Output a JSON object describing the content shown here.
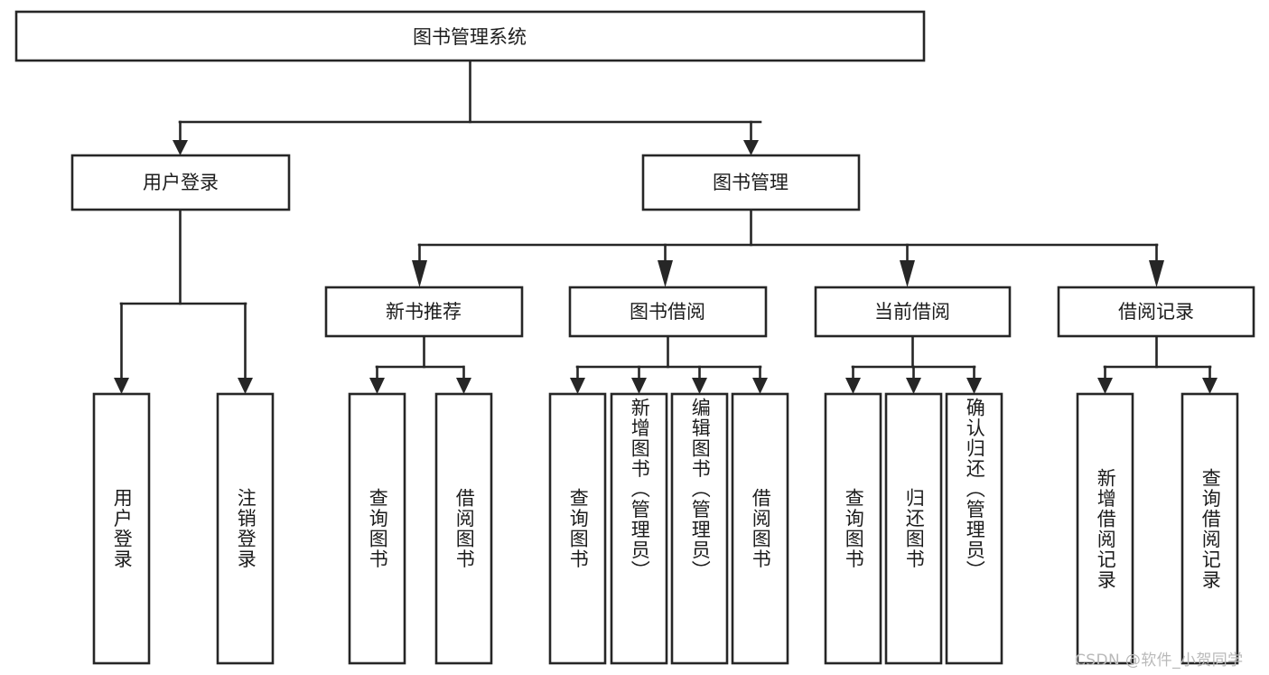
{
  "diagram": {
    "type": "tree-hierarchy",
    "title": "图书管理系统",
    "orientation": "top-down",
    "watermark": "CSDN @软件_小贺同学",
    "colors": {
      "box_fill": "#ffffff",
      "box_stroke": "#262626",
      "connector": "#262626",
      "text": "#1c1c1c",
      "watermark": "#b9b9b9",
      "background": "#ffffff"
    },
    "nodes": {
      "root": {
        "label": "图书管理系统",
        "level": 0
      },
      "level1": [
        {
          "id": "user-login",
          "label": "用户登录"
        },
        {
          "id": "book-management",
          "label": "图书管理"
        }
      ],
      "level2": [
        {
          "id": "new-book-recommend",
          "label": "新书推荐",
          "parent": "book-management"
        },
        {
          "id": "book-borrow",
          "label": "图书借阅",
          "parent": "book-management"
        },
        {
          "id": "current-borrow",
          "label": "当前借阅",
          "parent": "book-management"
        },
        {
          "id": "borrow-record",
          "label": "借阅记录",
          "parent": "book-management"
        }
      ],
      "leaves": [
        {
          "id": "leaf-user-login",
          "label": "用户登录",
          "parent": "user-login"
        },
        {
          "id": "leaf-logout-login",
          "label": "注销登录",
          "parent": "user-login"
        },
        {
          "id": "leaf-query-book-1",
          "label": "查询图书",
          "parent": "new-book-recommend"
        },
        {
          "id": "leaf-borrow-book-1",
          "label": "借阅图书",
          "parent": "new-book-recommend"
        },
        {
          "id": "leaf-query-book-2",
          "label": "查询图书",
          "parent": "book-borrow"
        },
        {
          "id": "leaf-add-book",
          "label": "新增图书（管理员）",
          "parent": "book-borrow"
        },
        {
          "id": "leaf-edit-book",
          "label": "编辑图书（管理员）",
          "parent": "book-borrow"
        },
        {
          "id": "leaf-borrow-book-2",
          "label": "借阅图书",
          "parent": "book-borrow"
        },
        {
          "id": "leaf-query-book-3",
          "label": "查询图书",
          "parent": "current-borrow"
        },
        {
          "id": "leaf-return-book",
          "label": "归还图书",
          "parent": "current-borrow"
        },
        {
          "id": "leaf-confirm-return",
          "label": "确认归还（管理员）",
          "parent": "current-borrow"
        },
        {
          "id": "leaf-add-record",
          "label": "新增借阅记录",
          "parent": "borrow-record"
        },
        {
          "id": "leaf-query-record",
          "label": "查询借阅记录",
          "parent": "borrow-record"
        }
      ]
    }
  }
}
